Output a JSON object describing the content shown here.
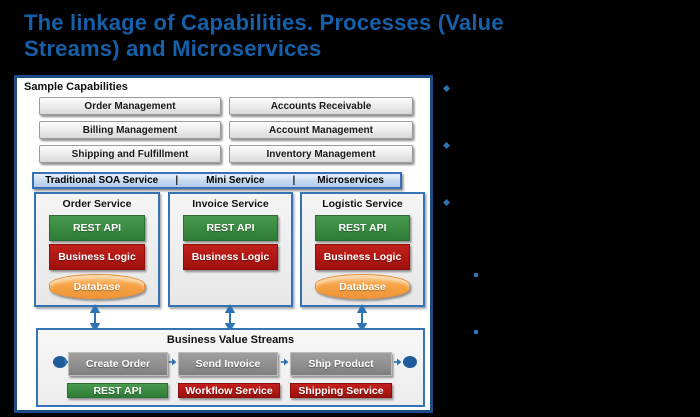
{
  "title": {
    "line1": "The linkage of Capabilities. Processes (Value",
    "line2": "Streams) and Microservices"
  },
  "diagram": {
    "section_label": "Sample Capabilities",
    "capabilities": [
      "Order Management",
      "Accounts Receivable",
      "Billing Management",
      "Account Management",
      "Shipping and Fulfillment",
      "Inventory Management"
    ],
    "banner": {
      "items": [
        "Traditional SOA Service",
        "Mini Service",
        "Microservices"
      ],
      "separator": "|"
    },
    "services": [
      {
        "name": "Order Service",
        "layers": [
          "REST API",
          "Business Logic",
          "Database"
        ]
      },
      {
        "name": "Invoice Service",
        "layers": [
          "REST API",
          "Business Logic"
        ]
      },
      {
        "name": "Logistic Service",
        "layers": [
          "REST API",
          "Business Logic",
          "Database"
        ]
      }
    ],
    "value_streams": {
      "title": "Business Value Streams",
      "steps": [
        "Create Order",
        "Send Invoice",
        "Ship Product"
      ],
      "services": [
        {
          "label": "REST API",
          "type": "green"
        },
        {
          "label": "Workflow Service",
          "type": "red"
        },
        {
          "label": "Shipping Service",
          "type": "red"
        }
      ]
    }
  },
  "right_panel": {
    "bullets": [
      "diamond-bullet",
      "diamond-bullet",
      "diamond-bullet",
      "square-bullet",
      "square-bullet"
    ]
  },
  "colors": {
    "background": "#000000",
    "title_blue": "#1560A8",
    "frame_border": "#1B4C84",
    "box_border_blue": "#3573B5",
    "banner_fill": "#C6D9F0",
    "green": "#35853B",
    "red": "#B01311",
    "orange": "#F6A344",
    "step_gray": "#8C8C8C",
    "arrow_blue": "#2E74B5"
  }
}
